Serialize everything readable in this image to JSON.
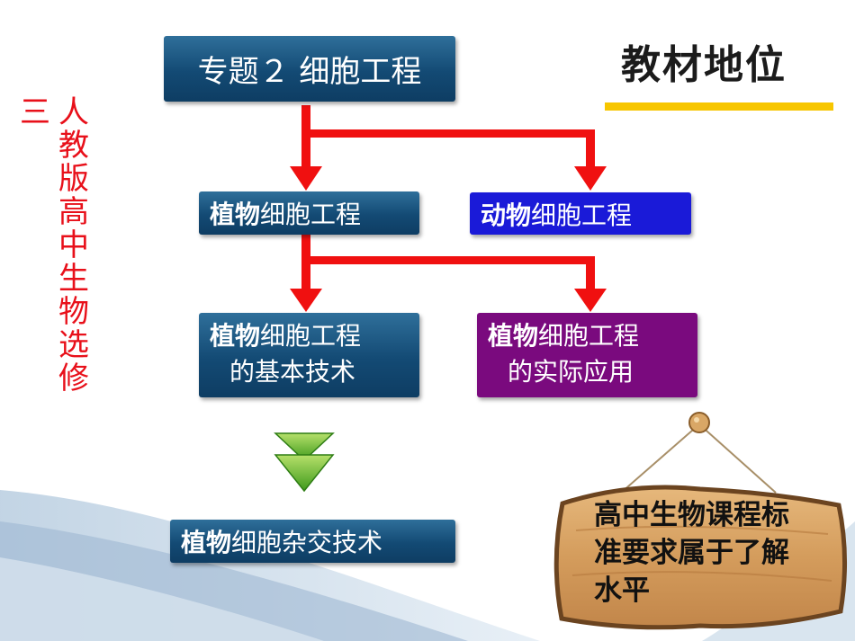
{
  "title_box": {
    "label": "专题２ 细胞工程"
  },
  "section_title": "教材地位",
  "side_label": {
    "col1": "三",
    "col2": "人教版高中生物选修"
  },
  "boxes": {
    "plant": {
      "prefix": "植物",
      "suffix": "细胞工程"
    },
    "animal": {
      "prefix": "动物",
      "suffix": "细胞工程"
    },
    "plant_tech": {
      "prefix": "植物",
      "line1": "细胞工程",
      "line2": "的基本技术"
    },
    "plant_app": {
      "prefix": "植物",
      "line1": "细胞工程",
      "line2": "的实际应用"
    },
    "hybrid": {
      "prefix": "植物",
      "suffix": "细胞杂交技术"
    }
  },
  "sign": {
    "text": "高中生物课程标准要求属于了解水平"
  },
  "colors": {
    "arrow_red": "#f01010",
    "accent_yellow": "#f7c600",
    "animal_blue": "#1a1ad8",
    "app_purple": "#7a0a7e",
    "down_arrow_green": "#6fbf2a"
  }
}
